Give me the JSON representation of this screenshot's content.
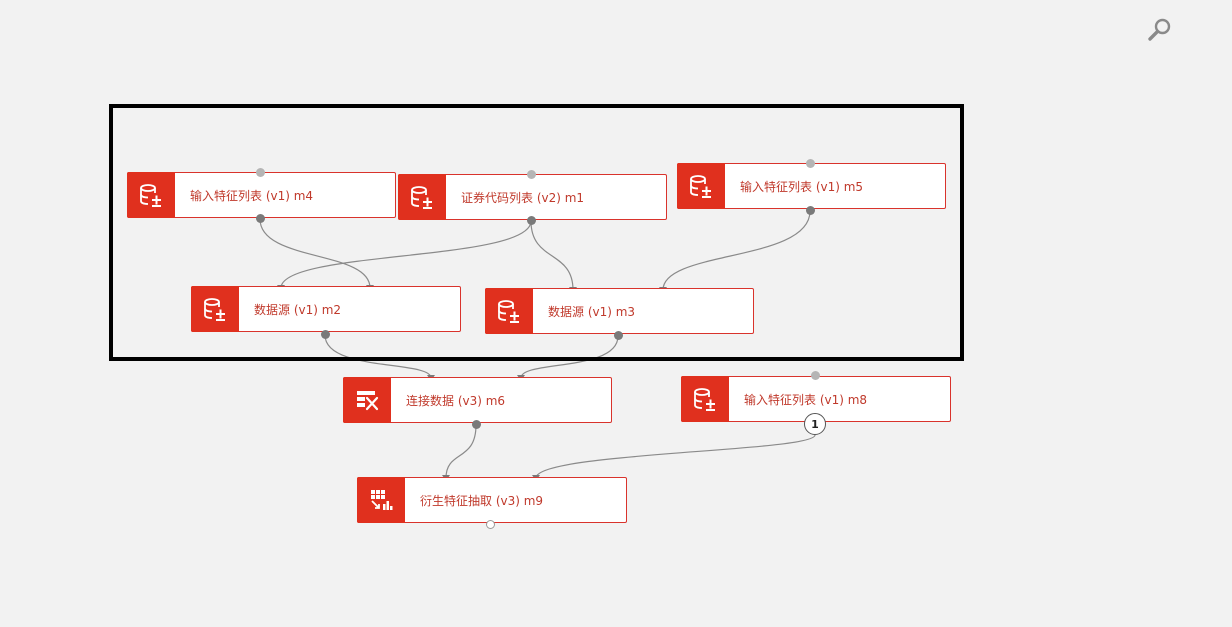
{
  "modules": {
    "m4": {
      "label": "输入特征列表 (v1) m4",
      "icon": "database-plus-icon"
    },
    "m1": {
      "label": "证券代码列表 (v2) m1",
      "icon": "database-plus-icon"
    },
    "m5": {
      "label": "输入特征列表 (v1) m5",
      "icon": "database-plus-icon"
    },
    "m2": {
      "label": "数据源 (v1) m2",
      "icon": "database-plus-icon"
    },
    "m3": {
      "label": "数据源 (v1) m3",
      "icon": "database-plus-icon"
    },
    "m6": {
      "label": "连接数据 (v3) m6",
      "icon": "join-tools-icon"
    },
    "m8": {
      "label": "输入特征列表 (v1) m8",
      "icon": "database-plus-icon"
    },
    "m9": {
      "label": "衍生特征抽取 (v3) m9",
      "icon": "grid-chart-icon"
    }
  },
  "badge": {
    "text": "1"
  },
  "colors": {
    "accent": "#e0301e",
    "label": "#c0392b",
    "edge": "#888888",
    "background": "#f2f2f2"
  }
}
